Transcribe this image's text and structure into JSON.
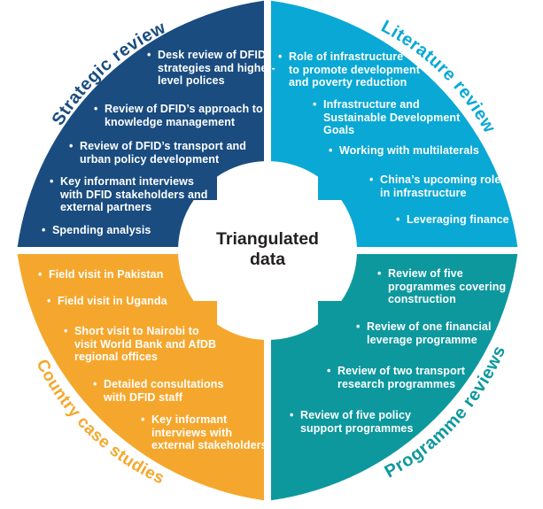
{
  "center": {
    "label": "Triangulated\ndata"
  },
  "quadrants": {
    "strategic_review": {
      "title": "Strategic review",
      "color": "#1a4c80",
      "items": [
        {
          "text": "Desk review of DFID\nstrategies and higher-\nlevel polices"
        },
        {
          "text": "Review of DFID’s approach to\nknowledge management"
        },
        {
          "text": "Review of DFID’s transport and\nurban policy development"
        },
        {
          "text": "Key informant interviews\nwith DFID stakeholders and\nexternal partners"
        },
        {
          "text": "Spending analysis"
        }
      ]
    },
    "literature_review": {
      "title": "Literature review",
      "color": "#09a8d5",
      "items": [
        {
          "text": "Role of infrastructure\nto promote development\nand poverty reduction"
        },
        {
          "text": "Infrastructure and\nSustainable Development\nGoals"
        },
        {
          "text": "Working with multilaterals"
        },
        {
          "text": "China’s upcoming role\nin infrastructure"
        },
        {
          "text": "Leveraging finance"
        }
      ]
    },
    "country_case_studies": {
      "title": "Country case studies",
      "color": "#f5a72d",
      "items": [
        {
          "text": "Field visit in Pakistan"
        },
        {
          "text": "Field visit in Uganda"
        },
        {
          "text": "Short visit to Nairobi to\nvisit World Bank and AfDB\nregional offices"
        },
        {
          "text": "Detailed consultations\nwith DFID staff"
        },
        {
          "text": "Key informant\ninterviews with\nexternal stakeholders"
        }
      ]
    },
    "programme_reviews": {
      "title": "Programme reviews",
      "color": "#0d989e",
      "items": [
        {
          "text": "Review of five\nprogrammes covering\nconstruction"
        },
        {
          "text": "Review of one financial\nleverage programme"
        },
        {
          "text": "Review of two transport\nresearch programmes"
        },
        {
          "text": "Review of five policy\nsupport programmes"
        }
      ]
    }
  }
}
